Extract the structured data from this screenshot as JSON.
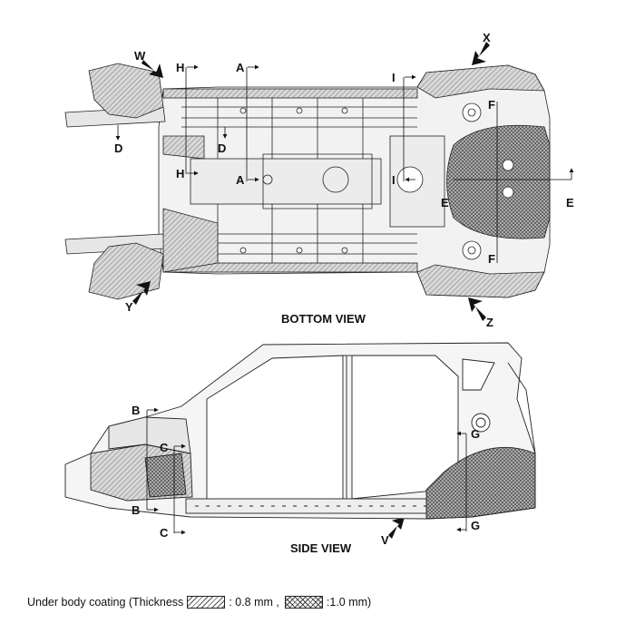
{
  "captions": {
    "bottom_view": "BOTTOM VIEW",
    "side_view": "SIDE VIEW"
  },
  "labels": {
    "W": "W",
    "X": "X",
    "Y": "Y",
    "Z": "Z",
    "V": "V",
    "A": "A",
    "D": "D",
    "E": "E",
    "F": "F",
    "G": "G",
    "H": "H",
    "I": "I",
    "B": "B",
    "C": "C"
  },
  "legend": {
    "prefix": "Under body coating  (Thickness",
    "value_1": ": 0.8 mm ,",
    "value_2": ":1.0 mm)"
  },
  "colors": {
    "line": "#222222",
    "coating_light": "#9a9a9a",
    "coating_dark": "#555555"
  }
}
